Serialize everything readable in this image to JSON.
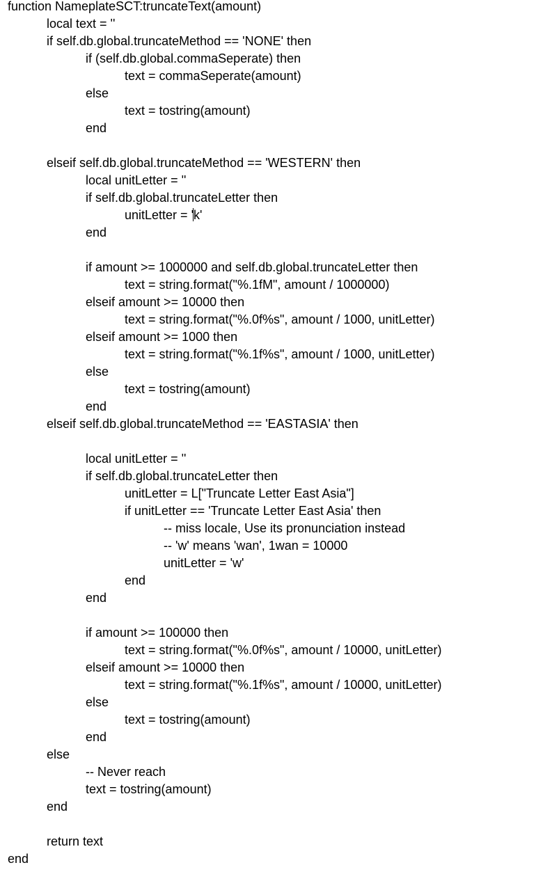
{
  "editor": {
    "lines": [
      {
        "indent": 0,
        "text": "function NameplateSCT:truncateText(amount)"
      },
      {
        "indent": 1,
        "text": "local text = ''"
      },
      {
        "indent": 1,
        "text": "if self.db.global.truncateMethod == 'NONE' then"
      },
      {
        "indent": 2,
        "text": "if (self.db.global.commaSeperate) then"
      },
      {
        "indent": 3,
        "text": "text = commaSeperate(amount)"
      },
      {
        "indent": 2,
        "text": "else"
      },
      {
        "indent": 3,
        "text": "text = tostring(amount)"
      },
      {
        "indent": 2,
        "text": "end"
      },
      {
        "indent": 0,
        "text": ""
      },
      {
        "indent": 1,
        "text": "elseif self.db.global.truncateMethod == 'WESTERN' then"
      },
      {
        "indent": 2,
        "text": "local unitLetter = ''"
      },
      {
        "indent": 2,
        "text": "if self.db.global.truncateLetter then"
      },
      {
        "indent": 3,
        "text": "unitLetter = 'k'",
        "caret_after": 14
      },
      {
        "indent": 2,
        "text": "end"
      },
      {
        "indent": 0,
        "text": ""
      },
      {
        "indent": 2,
        "text": "if amount >= 1000000 and self.db.global.truncateLetter then"
      },
      {
        "indent": 3,
        "text": "text = string.format(\"%.1fM\", amount / 1000000)"
      },
      {
        "indent": 2,
        "text": "elseif amount >= 10000 then"
      },
      {
        "indent": 3,
        "text": "text = string.format(\"%.0f%s\", amount / 1000, unitLetter)"
      },
      {
        "indent": 2,
        "text": "elseif amount >= 1000 then"
      },
      {
        "indent": 3,
        "text": "text = string.format(\"%.1f%s\", amount / 1000, unitLetter)"
      },
      {
        "indent": 2,
        "text": "else"
      },
      {
        "indent": 3,
        "text": "text = tostring(amount)"
      },
      {
        "indent": 2,
        "text": "end"
      },
      {
        "indent": 1,
        "text": "elseif self.db.global.truncateMethod == 'EASTASIA' then"
      },
      {
        "indent": 0,
        "text": ""
      },
      {
        "indent": 2,
        "text": "local unitLetter = ''"
      },
      {
        "indent": 2,
        "text": "if self.db.global.truncateLetter then"
      },
      {
        "indent": 3,
        "text": "unitLetter = L[\"Truncate Letter East Asia\"]"
      },
      {
        "indent": 3,
        "text": "if unitLetter == 'Truncate Letter East Asia' then"
      },
      {
        "indent": 4,
        "text": "-- miss locale, Use its pronunciation instead"
      },
      {
        "indent": 4,
        "text": "-- 'w' means 'wan', 1wan = 10000"
      },
      {
        "indent": 4,
        "text": "unitLetter = 'w'"
      },
      {
        "indent": 3,
        "text": "end"
      },
      {
        "indent": 2,
        "text": "end"
      },
      {
        "indent": 0,
        "text": ""
      },
      {
        "indent": 2,
        "text": "if amount >= 100000 then"
      },
      {
        "indent": 3,
        "text": "text = string.format(\"%.0f%s\", amount / 10000, unitLetter)"
      },
      {
        "indent": 2,
        "text": "elseif amount >= 10000 then"
      },
      {
        "indent": 3,
        "text": "text = string.format(\"%.1f%s\", amount / 10000, unitLetter)"
      },
      {
        "indent": 2,
        "text": "else"
      },
      {
        "indent": 3,
        "text": "text = tostring(amount)"
      },
      {
        "indent": 2,
        "text": "end"
      },
      {
        "indent": 1,
        "text": "else"
      },
      {
        "indent": 2,
        "text": "-- Never reach"
      },
      {
        "indent": 2,
        "text": "text = tostring(amount)"
      },
      {
        "indent": 1,
        "text": "end"
      },
      {
        "indent": 0,
        "text": ""
      },
      {
        "indent": 1,
        "text": "return text"
      },
      {
        "indent": 0,
        "text": "end"
      }
    ]
  },
  "colors": {
    "background": "#ffffff",
    "text": "#000000"
  }
}
